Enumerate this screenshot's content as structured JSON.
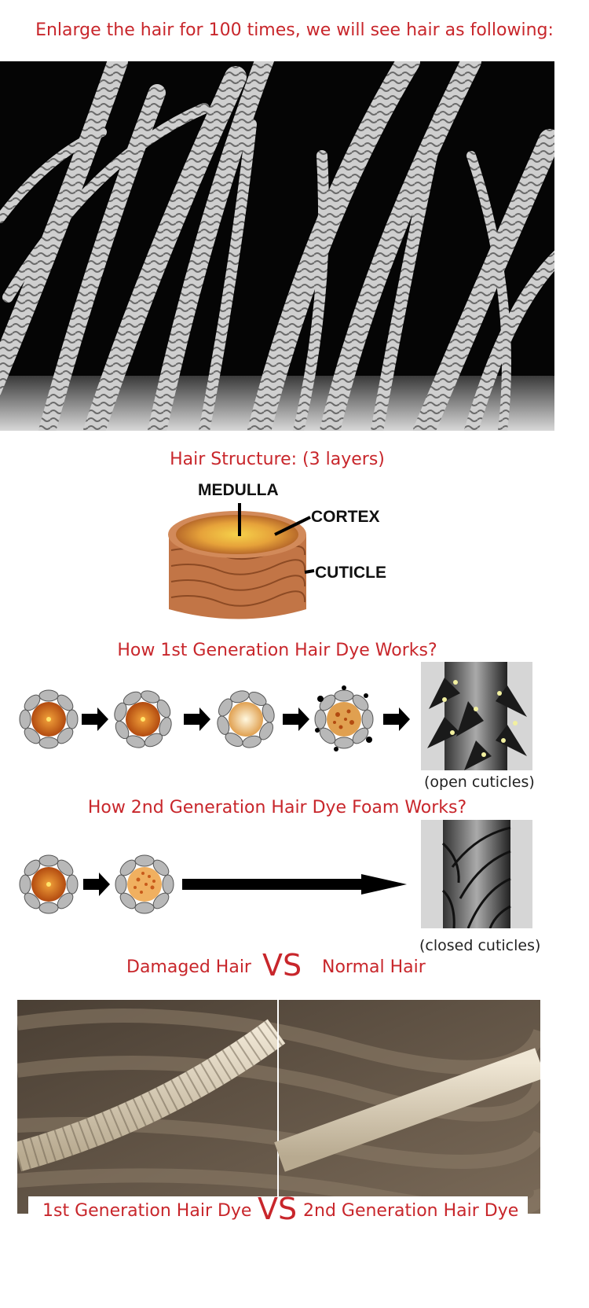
{
  "intro": {
    "heading": "Enlarge the hair for 100 times, we will see hair as following:"
  },
  "structure": {
    "heading": "Hair Structure: (3 layers)",
    "labels": {
      "medulla": "MEDULLA",
      "cortex": "CORTEX",
      "cuticle": "CUTICLE"
    }
  },
  "gen1": {
    "heading": "How 1st Generation Hair Dye Works?",
    "caption": "(open cuticles)"
  },
  "gen2": {
    "heading": "How 2nd Generation Hair Dye Foam Works?",
    "caption": "(closed cuticles)"
  },
  "compare": {
    "left": "Damaged Hair",
    "vs": "VS",
    "right": "Normal Hair"
  },
  "bottom": {
    "left": "1st Generation Hair Dye",
    "vs": "VS",
    "right": "2nd Generation Hair Dye"
  },
  "colors": {
    "accent": "#c8262b",
    "cortex": "#c85a1a",
    "cuticle_gray": "#9a9a9a"
  }
}
